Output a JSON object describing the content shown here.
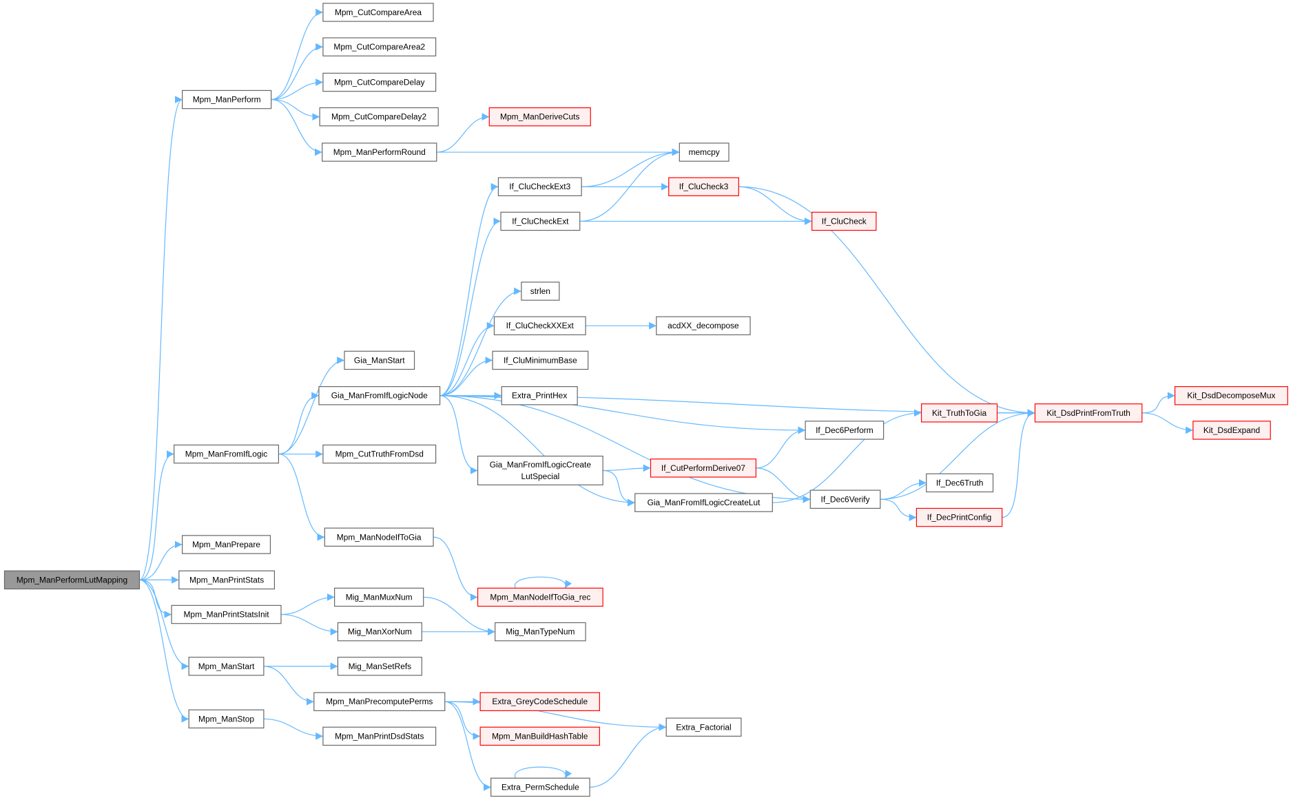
{
  "title": "Mpm_ManPerformLutMapping call graph",
  "colors": {
    "edge": "#63b8ff",
    "highlight_border": "#ff0000",
    "highlight_fill": "#fff0f0",
    "root_fill": "#999999",
    "border": "#666666"
  },
  "nodes": [
    {
      "id": "root",
      "label": "Mpm_ManPerformLutMapping",
      "style": "root"
    },
    {
      "id": "perform",
      "label": "Mpm_ManPerform",
      "style": "normal"
    },
    {
      "id": "cca",
      "label": "Mpm_CutCompareArea",
      "style": "normal"
    },
    {
      "id": "cca2",
      "label": "Mpm_CutCompareArea2",
      "style": "normal"
    },
    {
      "id": "ccd",
      "label": "Mpm_CutCompareDelay",
      "style": "normal"
    },
    {
      "id": "ccd2",
      "label": "Mpm_CutCompareDelay2",
      "style": "normal"
    },
    {
      "id": "round",
      "label": "Mpm_ManPerformRound",
      "style": "normal"
    },
    {
      "id": "derive",
      "label": "Mpm_ManDeriveCuts",
      "style": "red"
    },
    {
      "id": "memcpy",
      "label": "memcpy",
      "style": "normal"
    },
    {
      "id": "ext3",
      "label": "If_CluCheckExt3",
      "style": "normal"
    },
    {
      "id": "check3",
      "label": "If_CluCheck3",
      "style": "red"
    },
    {
      "id": "ext",
      "label": "If_CluCheckExt",
      "style": "normal"
    },
    {
      "id": "check",
      "label": "If_CluCheck",
      "style": "red"
    },
    {
      "id": "strlen",
      "label": "strlen",
      "style": "normal"
    },
    {
      "id": "xxext",
      "label": "If_CluCheckXXExt",
      "style": "normal"
    },
    {
      "id": "acd",
      "label": "acdXX_decompose",
      "style": "normal"
    },
    {
      "id": "minbase",
      "label": "If_CluMinimumBase",
      "style": "normal"
    },
    {
      "id": "hex",
      "label": "Extra_PrintHex",
      "style": "normal"
    },
    {
      "id": "giastart",
      "label": "Gia_ManStart",
      "style": "normal"
    },
    {
      "id": "fromnode",
      "label": "Gia_ManFromIfLogicNode",
      "style": "normal"
    },
    {
      "id": "fromif",
      "label": "Mpm_ManFromIfLogic",
      "style": "normal"
    },
    {
      "id": "truthdsd",
      "label": "Mpm_CutTruthFromDsd",
      "style": "normal"
    },
    {
      "id": "lutspecial",
      "label": "Gia_ManFromIfLogicCreateLutSpecial",
      "label_lines": [
        "Gia_ManFromIfLogicCreate",
        "LutSpecial"
      ],
      "style": "normal"
    },
    {
      "id": "derive07",
      "label": "If_CutPerformDerive07",
      "style": "red"
    },
    {
      "id": "createlut",
      "label": "Gia_ManFromIfLogicCreateLut",
      "style": "normal"
    },
    {
      "id": "dec6perf",
      "label": "If_Dec6Perform",
      "style": "normal"
    },
    {
      "id": "dec6ver",
      "label": "If_Dec6Verify",
      "style": "normal"
    },
    {
      "id": "dec6truth",
      "label": "If_Dec6Truth",
      "style": "normal"
    },
    {
      "id": "decprint",
      "label": "If_DecPrintConfig",
      "style": "red"
    },
    {
      "id": "truthgia",
      "label": "Kit_TruthToGia",
      "style": "red"
    },
    {
      "id": "dsdprint",
      "label": "Kit_DsdPrintFromTruth",
      "style": "red"
    },
    {
      "id": "dsdmux",
      "label": "Kit_DsdDecomposeMux",
      "style": "red"
    },
    {
      "id": "dsdexp",
      "label": "Kit_DsdExpand",
      "style": "red"
    },
    {
      "id": "nodeiftogia",
      "label": "Mpm_ManNodeIfToGia",
      "style": "normal"
    },
    {
      "id": "nodeiftogiarec",
      "label": "Mpm_ManNodeIfToGia_rec",
      "style": "red"
    },
    {
      "id": "prepare",
      "label": "Mpm_ManPrepare",
      "style": "normal"
    },
    {
      "id": "printstats",
      "label": "Mpm_ManPrintStats",
      "style": "normal"
    },
    {
      "id": "statsinit",
      "label": "Mpm_ManPrintStatsInit",
      "style": "normal"
    },
    {
      "id": "muxnum",
      "label": "Mig_ManMuxNum",
      "style": "normal"
    },
    {
      "id": "xornum",
      "label": "Mig_ManXorNum",
      "style": "normal"
    },
    {
      "id": "typenum",
      "label": "Mig_ManTypeNum",
      "style": "normal"
    },
    {
      "id": "start",
      "label": "Mpm_ManStart",
      "style": "normal"
    },
    {
      "id": "setrefs",
      "label": "Mig_ManSetRefs",
      "style": "normal"
    },
    {
      "id": "precomp",
      "label": "Mpm_ManPrecomputePerms",
      "style": "normal"
    },
    {
      "id": "grey",
      "label": "Extra_GreyCodeSchedule",
      "style": "red"
    },
    {
      "id": "hash",
      "label": "Mpm_ManBuildHashTable",
      "style": "red"
    },
    {
      "id": "fact",
      "label": "Extra_Factorial",
      "style": "normal"
    },
    {
      "id": "permsched",
      "label": "Extra_PermSchedule",
      "style": "normal"
    },
    {
      "id": "stop",
      "label": "Mpm_ManStop",
      "style": "normal"
    },
    {
      "id": "dsdstats",
      "label": "Mpm_ManPrintDsdStats",
      "style": "normal"
    }
  ],
  "edges": [
    [
      "root",
      "perform"
    ],
    [
      "root",
      "fromif"
    ],
    [
      "root",
      "prepare"
    ],
    [
      "root",
      "printstats"
    ],
    [
      "root",
      "statsinit"
    ],
    [
      "root",
      "start"
    ],
    [
      "root",
      "stop"
    ],
    [
      "perform",
      "cca"
    ],
    [
      "perform",
      "cca2"
    ],
    [
      "perform",
      "ccd"
    ],
    [
      "perform",
      "ccd2"
    ],
    [
      "perform",
      "round"
    ],
    [
      "round",
      "derive"
    ],
    [
      "round",
      "memcpy"
    ],
    [
      "fromif",
      "giastart"
    ],
    [
      "fromif",
      "fromnode"
    ],
    [
      "fromif",
      "truthdsd"
    ],
    [
      "fromif",
      "nodeiftogia"
    ],
    [
      "fromnode",
      "ext3"
    ],
    [
      "fromnode",
      "ext"
    ],
    [
      "fromnode",
      "dsdprint"
    ],
    [
      "fromnode",
      "strlen"
    ],
    [
      "fromnode",
      "xxext"
    ],
    [
      "fromnode",
      "minbase"
    ],
    [
      "fromnode",
      "hex"
    ],
    [
      "fromnode",
      "dec6perf"
    ],
    [
      "fromnode",
      "lutspecial"
    ],
    [
      "fromnode",
      "createlut"
    ],
    [
      "fromnode",
      "dec6ver"
    ],
    [
      "ext3",
      "memcpy"
    ],
    [
      "ext3",
      "check3"
    ],
    [
      "ext",
      "memcpy"
    ],
    [
      "ext",
      "check"
    ],
    [
      "check3",
      "check"
    ],
    [
      "check3",
      "dsdprint"
    ],
    [
      "xxext",
      "acd"
    ],
    [
      "lutspecial",
      "derive07"
    ],
    [
      "lutspecial",
      "createlut"
    ],
    [
      "derive07",
      "dec6perf"
    ],
    [
      "derive07",
      "dec6ver"
    ],
    [
      "createlut",
      "truthgia"
    ],
    [
      "dec6ver",
      "dsdprint"
    ],
    [
      "dec6ver",
      "dec6truth"
    ],
    [
      "dec6ver",
      "decprint"
    ],
    [
      "decprint",
      "dsdprint"
    ],
    [
      "truthgia",
      "dsdprint"
    ],
    [
      "dsdprint",
      "dsdmux"
    ],
    [
      "dsdprint",
      "dsdexp"
    ],
    [
      "nodeiftogia",
      "nodeiftogiarec"
    ],
    [
      "nodeiftogiarec",
      "nodeiftogiarec"
    ],
    [
      "statsinit",
      "muxnum"
    ],
    [
      "statsinit",
      "xornum"
    ],
    [
      "muxnum",
      "typenum"
    ],
    [
      "xornum",
      "typenum"
    ],
    [
      "start",
      "setrefs"
    ],
    [
      "start",
      "precomp"
    ],
    [
      "precomp",
      "grey"
    ],
    [
      "precomp",
      "hash"
    ],
    [
      "precomp",
      "fact"
    ],
    [
      "precomp",
      "permsched"
    ],
    [
      "permsched",
      "fact"
    ],
    [
      "permsched",
      "permsched"
    ],
    [
      "stop",
      "dsdstats"
    ]
  ]
}
